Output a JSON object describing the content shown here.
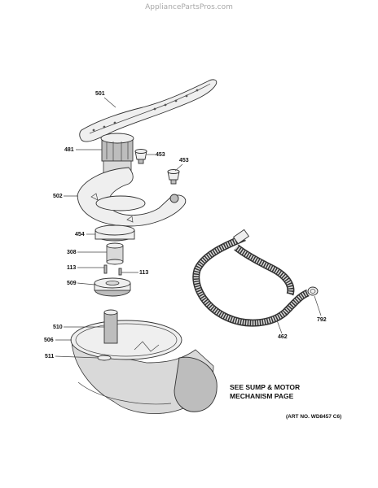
{
  "watermark": "AppliancePartsPros.com",
  "callouts": {
    "c501": "501",
    "c481": "481",
    "c453a": "453",
    "c453b": "453",
    "c502": "502",
    "c454": "454",
    "c308": "308",
    "c113a": "113",
    "c113b": "113",
    "c509": "509",
    "c510": "510",
    "c506": "506",
    "c511": "511",
    "c462": "462",
    "c792": "792"
  },
  "note": {
    "line1": "SEE SUMP & MOTOR",
    "line2": "MECHANISM PAGE"
  },
  "art_number": "(ART NO. WD8457 C6)"
}
